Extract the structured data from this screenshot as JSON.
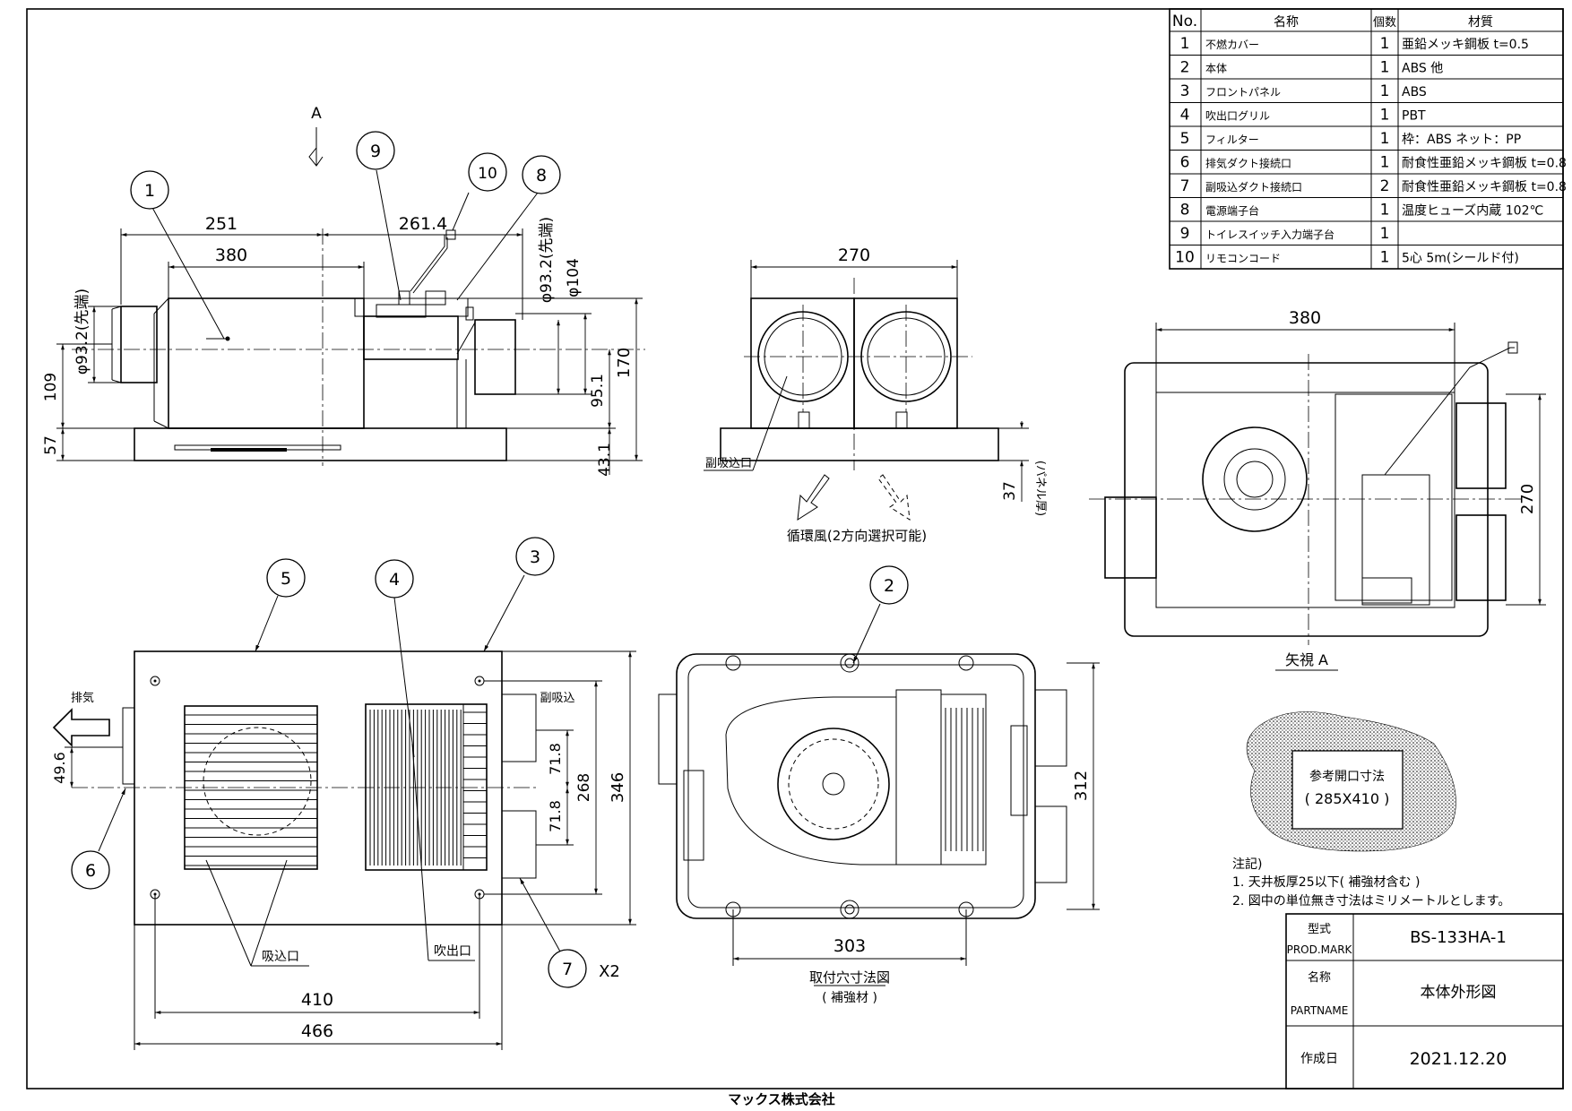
{
  "parts_table": {
    "headers": {
      "no": "No.",
      "name": "名称",
      "qty": "個数",
      "material": "材質"
    },
    "rows": [
      {
        "no": "1",
        "name": "不燃カバー",
        "qty": "1",
        "material": "亜鉛メッキ鋼板 t=0.5"
      },
      {
        "no": "2",
        "name": "本体",
        "qty": "1",
        "material": "ABS 他"
      },
      {
        "no": "3",
        "name": "フロントパネル",
        "qty": "1",
        "material": "ABS"
      },
      {
        "no": "4",
        "name": "吹出口グリル",
        "qty": "1",
        "material": "PBT"
      },
      {
        "no": "5",
        "name": "フィルター",
        "qty": "1",
        "material": "枠：ABS ネット：PP"
      },
      {
        "no": "6",
        "name": "排気ダクト接続口",
        "qty": "1",
        "material": "耐食性亜鉛メッキ鋼板 t=0.8"
      },
      {
        "no": "7",
        "name": "副吸込ダクト接続口",
        "qty": "2",
        "material": "耐食性亜鉛メッキ鋼板 t=0.8"
      },
      {
        "no": "8",
        "name": "電源端子台",
        "qty": "1",
        "material": "温度ヒューズ内蔵 102℃"
      },
      {
        "no": "9",
        "name": "トイレスイッチ入力端子台",
        "qty": "1",
        "material": ""
      },
      {
        "no": "10",
        "name": "リモコンコード",
        "qty": "1",
        "material": "5心 5m(シールド付)"
      }
    ]
  },
  "side_view": {
    "arrow_label": "A",
    "dims": {
      "d251": "251",
      "d380": "380",
      "d2614": "261.4",
      "phi932_left": "φ93.2(先端)",
      "phi932_right": "φ93.2(先端)",
      "phi104": "φ104",
      "d109": "109",
      "d57": "57",
      "d170": "170",
      "d951": "95.1",
      "d431": "43.1"
    },
    "balloons": [
      "1",
      "9",
      "10",
      "8"
    ]
  },
  "front_view": {
    "dims": {
      "d270": "270",
      "d37": "37",
      "panel_thickness": "(パネル厚)"
    },
    "labels": {
      "sub_intake": "副吸込口",
      "circulation": "循環風(2方向選択可能)"
    }
  },
  "arrow_view": {
    "dims": {
      "d380": "380",
      "d270": "270"
    },
    "caption": "矢視 A"
  },
  "bottom_view": {
    "balloons": [
      "5",
      "4",
      "3",
      "6",
      "7"
    ],
    "multiplier": "X2",
    "labels": {
      "exhaust": "排気",
      "sub_intake": "副吸込",
      "intake": "吸込口",
      "outlet": "吹出口"
    },
    "dims": {
      "d496": "49.6",
      "d718a": "71.8",
      "d718b": "71.8",
      "d268": "268",
      "d346": "346",
      "d410": "410",
      "d466": "466"
    }
  },
  "mount_view": {
    "balloon": "2",
    "dims": {
      "d312": "312",
      "d303": "303"
    },
    "caption": "取付穴寸法図",
    "caption_sub": "( 補強材 )"
  },
  "opening": {
    "title": "参考開口寸法",
    "size": "( 285X410 )"
  },
  "notes": {
    "heading": "注記)",
    "items": [
      "1. 天井板厚25以下( 補強材含む )",
      "2. 図中の単位無き寸法はミリメートルとします。"
    ]
  },
  "title_block": {
    "model_label_jp": "型式",
    "model_label_en": "PROD.MARK",
    "model": "BS-133HA-1",
    "part_label_jp": "名称",
    "part_label_en": "PARTNAME",
    "part": "本体外形図",
    "date_label": "作成日",
    "date": "2021.12.20"
  },
  "company": "マックス株式会社"
}
